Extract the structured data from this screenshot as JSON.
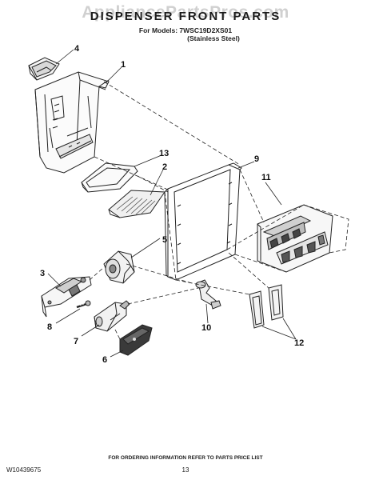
{
  "header": {
    "watermark": "AppliancePartsPros.com",
    "title": "DISPENSER FRONT PARTS",
    "models_line1": "For Models: 7WSC19D2XS01",
    "models_line2": "(Stainless Steel)"
  },
  "callouts": [
    "1",
    "2",
    "3",
    "4",
    "5",
    "6",
    "7",
    "8",
    "9",
    "10",
    "11",
    "12",
    "13"
  ],
  "footer": {
    "note": "FOR ORDERING INFORMATION REFER TO PARTS PRICE LIST",
    "doc_number": "W10439675",
    "page_number": "13"
  }
}
